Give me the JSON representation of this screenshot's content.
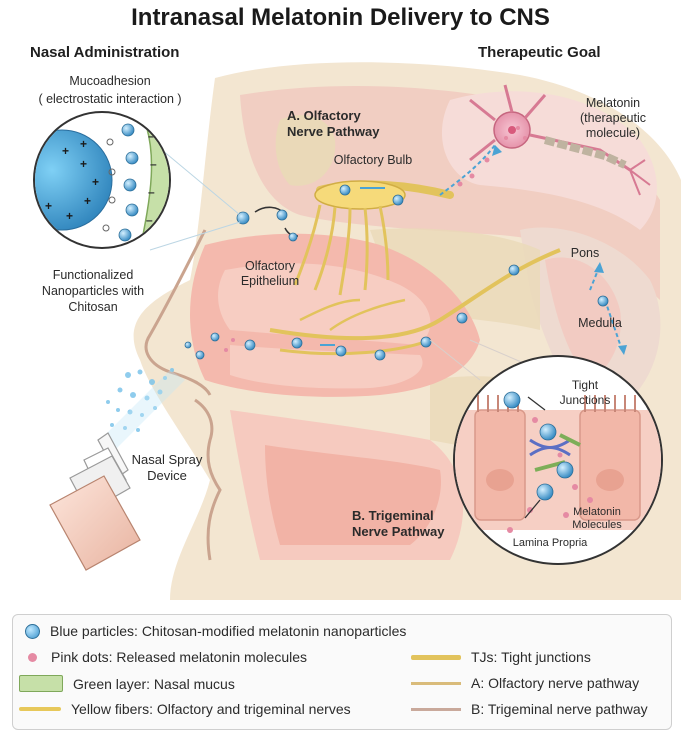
{
  "title": "Intranasal Melatonin Delivery to CNS",
  "headers": {
    "nasal_admin": "Nasal Administration",
    "therapeutic_goal": "Therapeutic Goal"
  },
  "labels": {
    "mucoadhesion": "Mucoadhesion",
    "electrostatic": "( electrostatic interaction )",
    "olfactory_pathway_1": "A. Olfactory",
    "olfactory_pathway_2": "Nerve Pathway",
    "olfactory_bulb": "Olfactory Bulb",
    "melatonin_1": "Melatonin",
    "melatonin_2": "(therapeutic",
    "melatonin_3": "molecule)",
    "functionalized_1": "Functionalized",
    "functionalized_2": "Nanoparticles with",
    "functionalized_3": "Chitosan",
    "olfactory_epi_1": "Olfactory",
    "olfactory_epi_2": "Epithelium",
    "pons": "Pons",
    "medulla": "Medulla",
    "tight_1": "Tight",
    "tight_2": "Junctions",
    "nasal_spray_1": "Nasal Spray",
    "nasal_spray_2": "Device",
    "trigeminal_1": "B. Trigeminal",
    "trigeminal_2": "Nerve Pathway",
    "melatonin_mol_1": "Melatonin",
    "melatonin_mol_2": "Molecules",
    "lamina": "Lamina Propria"
  },
  "legend": {
    "blue": "Blue particles: Chitosan-modified melatonin nanoparticles",
    "pink": "Pink dots: Released melatonin molecules",
    "green": "Green layer: Nasal mucus",
    "yellow": "Yellow fibers: Olfactory and trigeminal nerves",
    "tj": "TJs: Tight junctions",
    "a": "A: Olfactory nerve pathway",
    "b": "B: Trigeminal nerve pathway"
  },
  "colors": {
    "particle_blue": "#3a93cc",
    "melatonin_pink": "#e58aa3",
    "mucus_green": "#c6e0a8",
    "nerve_yellow": "#e7c85a",
    "tissue_pink": "#f3c1b4",
    "bone_beige": "#efe3c8"
  }
}
